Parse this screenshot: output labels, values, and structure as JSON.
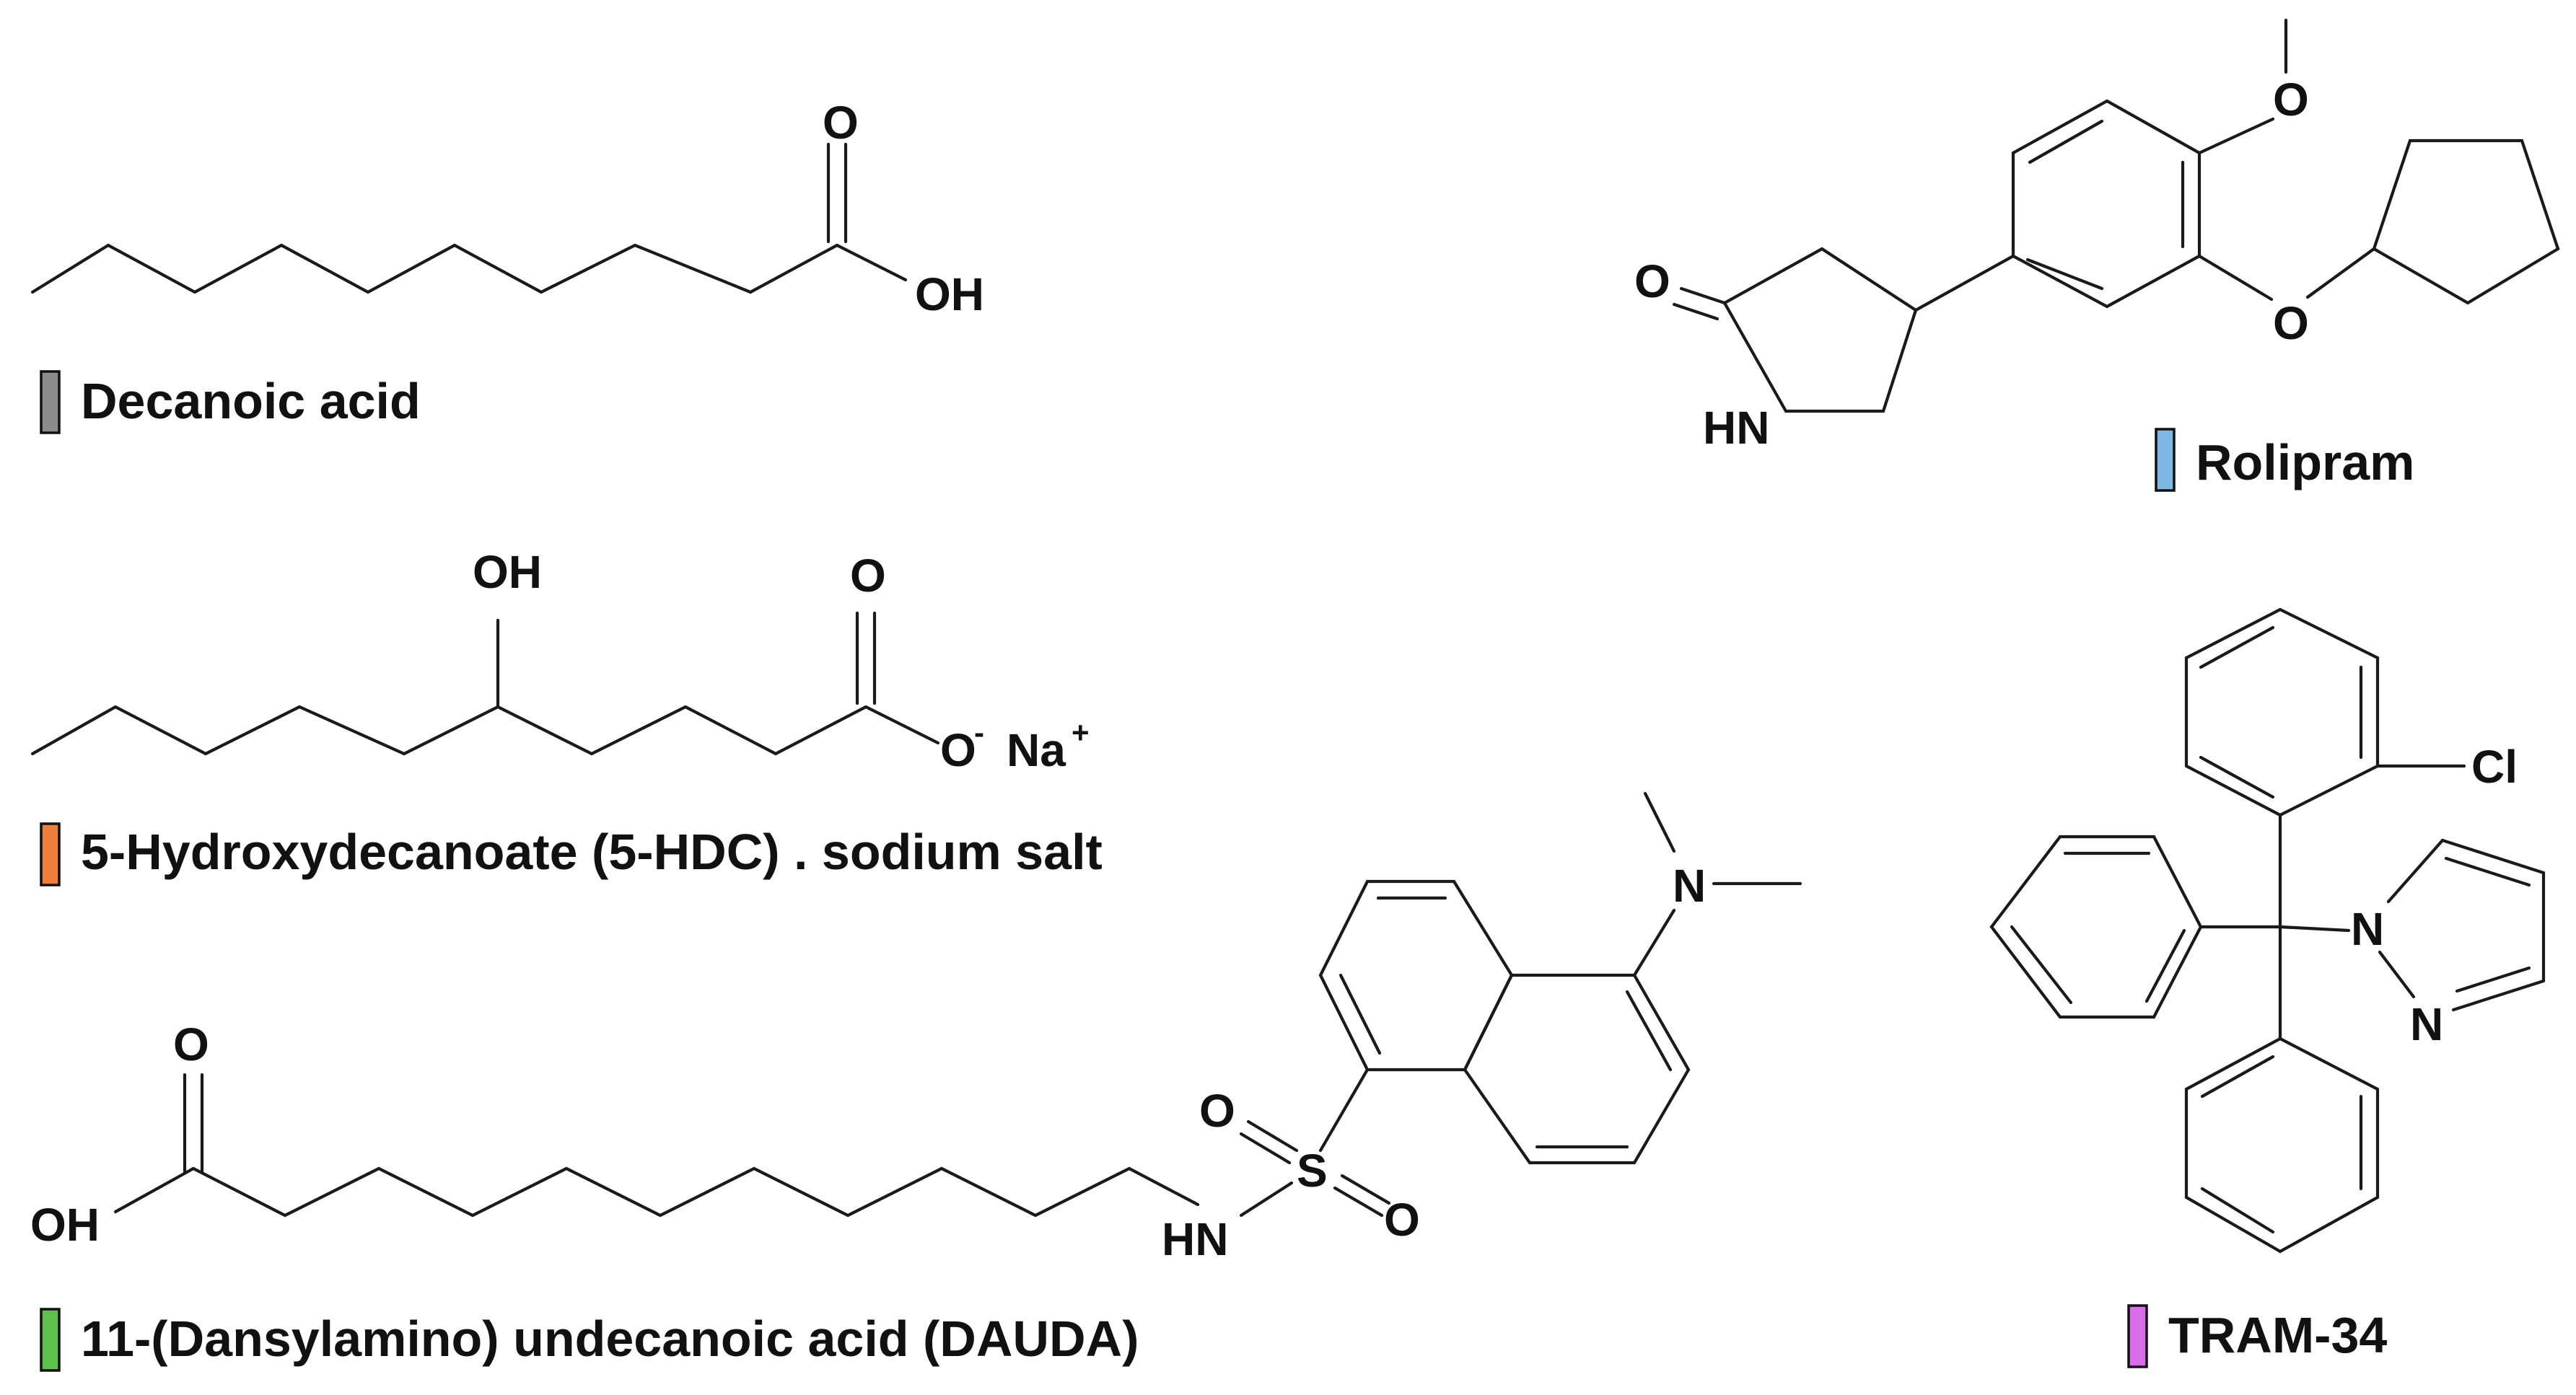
{
  "colors": {
    "decanoic_acid": "#8c8c8c",
    "hdc_5": "#f07f3c",
    "dauda": "#5cc24a",
    "rolipram": "#7fb8e3",
    "tram34": "#d86ee8"
  },
  "compounds": {
    "decanoic_acid": {
      "label": "Decanoic acid",
      "atoms": {
        "o_carbonyl": "O",
        "oh": "OH"
      }
    },
    "hdc_5": {
      "label": "5-Hydroxydecanoate (5-HDC) . sodium salt",
      "atoms": {
        "oh": "OH",
        "o_carbonyl": "O",
        "o_minus": "O",
        "minus": "-",
        "na": "Na",
        "plus": "+"
      }
    },
    "dauda": {
      "label": "11-(Dansylamino) undecanoic acid (DAUDA)",
      "atoms": {
        "o_carbonyl": "O",
        "oh": "OH",
        "hn": "HN",
        "s": "S",
        "o1": "O",
        "o2": "O",
        "n": "N"
      }
    },
    "rolipram": {
      "label": "Rolipram",
      "atoms": {
        "o_methoxy": "O",
        "o_ether": "O",
        "o_lactam": "O",
        "hn": "HN"
      }
    },
    "tram34": {
      "label": "TRAM-34",
      "atoms": {
        "cl": "Cl",
        "n1": "N",
        "n2": "N"
      }
    }
  }
}
